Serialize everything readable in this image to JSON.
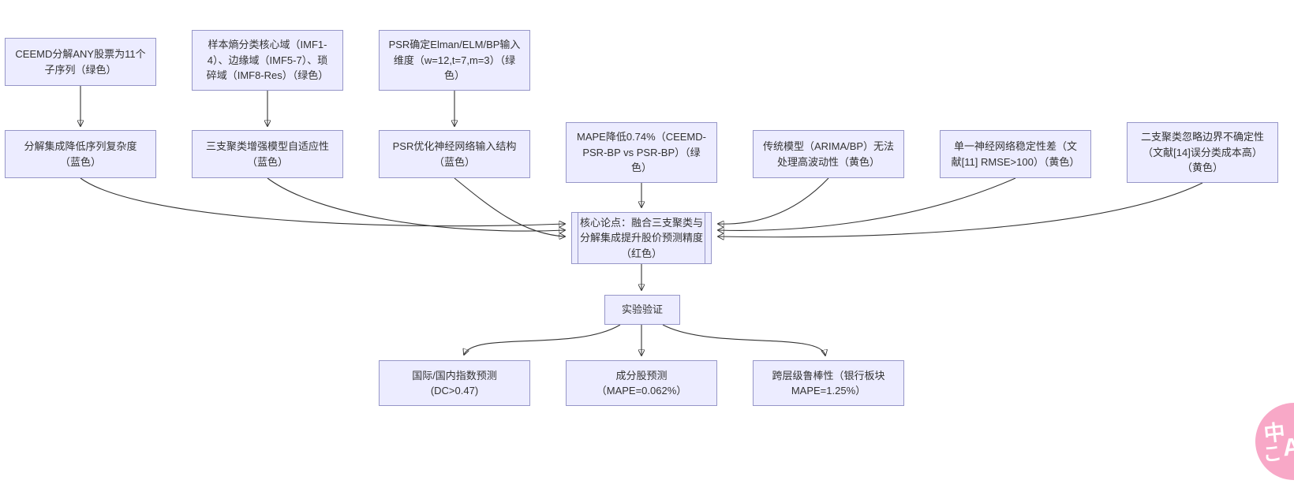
{
  "theme": {
    "page_bg": "#ffffff",
    "node_fill": "#ECECFF",
    "node_border": "#9696C8",
    "text_color": "#333333",
    "edge_color": "#333333",
    "badge_pink": "#F8A8C7",
    "badge_text_color": "#FFFFFF"
  },
  "nodes": {
    "ceemd": {
      "label": "CEEMD分解ANY股票为11个\n子序列（绿色）"
    },
    "sample_entropy": {
      "label": "样本熵分类核心域（IMF1-\n4）、边缘域（IMF5-7）、琐\n碎域（IMF8-Res）（绿色）"
    },
    "psr_dimension": {
      "label": "PSR确定Elman/ELM/BP输入\n维度（w=12,t=7,m=3）（绿\n色）"
    },
    "decomposition": {
      "label": "分解集成降低序列复杂度\n（蓝色）"
    },
    "three_way_clustering": {
      "label": "三支聚类增强模型自适应性\n（蓝色）"
    },
    "psr_optimization": {
      "label": "PSR优化神经网络输入结构\n（蓝色）"
    },
    "mape_reduction": {
      "label": "MAPE降低0.74%（CEEMD-\nPSR-BP vs PSR-BP）（绿\n色）"
    },
    "traditional_models": {
      "label": "传统模型（ARIMA/BP）无法\n处理高波动性（黄色）"
    },
    "single_nn": {
      "label": "单一神经网络稳定性差（文\n献[11] RMSE>100）（黄色）"
    },
    "two_way_clustering": {
      "label": "二支聚类忽略边界不确定性\n（文献[14]误分类成本高）\n（黄色）"
    },
    "core_thesis": {
      "label": "核心论点：融合三支聚类与\n分解集成提升股价预测精度\n（红色）"
    },
    "experiment": {
      "label": "实验验证"
    },
    "index_prediction": {
      "label": "国际/国内指数预测\n(DC>0.47)"
    },
    "component_prediction": {
      "label": "成分股预测\n（MAPE=0.062%）"
    },
    "robustness": {
      "label": "跨层级鲁棒性（银行板块\nMAPE=1.25%）"
    }
  },
  "badge": {
    "top_char": "中",
    "swoosh_char": "こ",
    "bottom_char": "A"
  }
}
